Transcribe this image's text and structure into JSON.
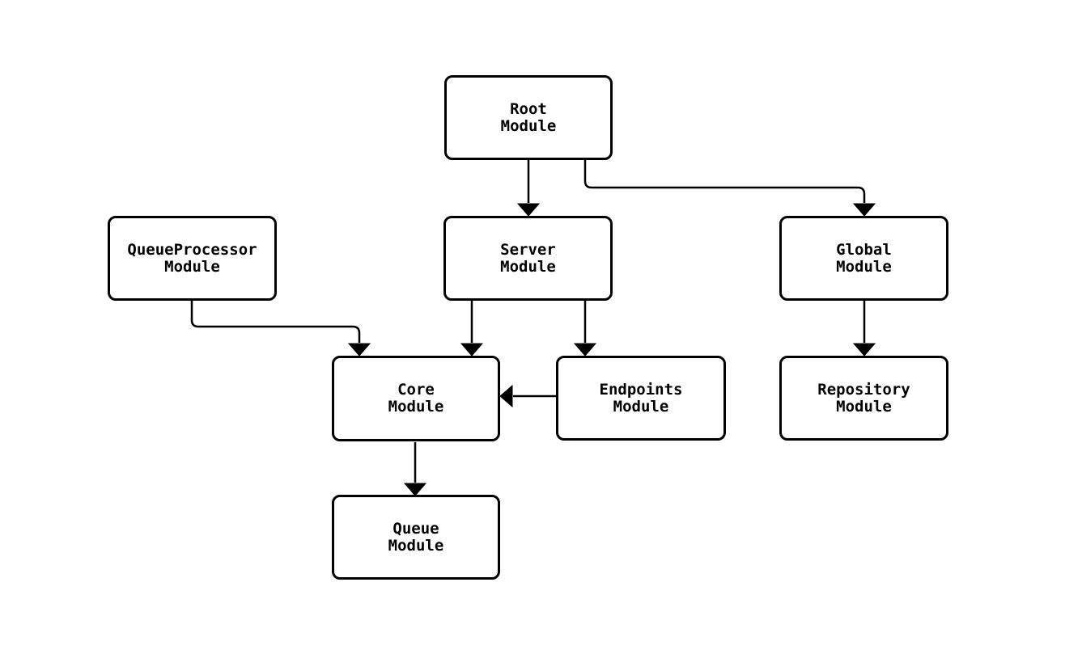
{
  "diagram": {
    "type": "flowchart",
    "direction": "top-down",
    "nodes": {
      "root": {
        "label": [
          "Root",
          "Module"
        ]
      },
      "queue_processor": {
        "label": [
          "QueueProcessor",
          "Module"
        ]
      },
      "server": {
        "label": [
          "Server",
          "Module"
        ]
      },
      "global": {
        "label": [
          "Global",
          "Module"
        ]
      },
      "core": {
        "label": [
          "Core",
          "Module"
        ]
      },
      "endpoints": {
        "label": [
          "Endpoints",
          "Module"
        ]
      },
      "repository": {
        "label": [
          "Repository",
          "Module"
        ]
      },
      "queue": {
        "label": [
          "Queue",
          "Module"
        ]
      }
    },
    "edges": [
      {
        "from": "root",
        "to": "server"
      },
      {
        "from": "root",
        "to": "global"
      },
      {
        "from": "queue_processor",
        "to": "core"
      },
      {
        "from": "server",
        "to": "core"
      },
      {
        "from": "server",
        "to": "endpoints"
      },
      {
        "from": "endpoints",
        "to": "core"
      },
      {
        "from": "global",
        "to": "repository"
      },
      {
        "from": "core",
        "to": "queue"
      }
    ],
    "colors": {
      "background": "#ffffff",
      "node_fill": "#ffffff",
      "node_border": "#000000",
      "edge": "#000000",
      "text": "#000000"
    }
  }
}
